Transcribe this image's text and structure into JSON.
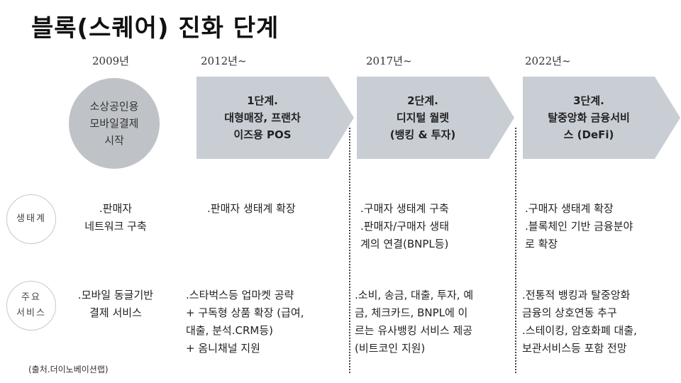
{
  "title": "블록(스퀘어) 진화 단계",
  "years": [
    "2009년",
    "2012년~",
    "2017년~",
    "2022년~"
  ],
  "start": {
    "text": "소상공인용\n모바일결제\n시작"
  },
  "stages": [
    {
      "text": "1단계.\n대형매장, 프랜차\n이즈용 POS"
    },
    {
      "text": "2단계.\n디지털 월렛\n(뱅킹 & 투자)"
    },
    {
      "text": "3단계.\n탈중앙화 금융서비\n스 (DeFi)"
    }
  ],
  "rows": [
    {
      "label": "생태계",
      "cells": [
        ".판매자\n네트워크 구축",
        ".판매자 생태계 확장",
        ".구매자 생태계 구축\n.판매자/구매자 생태\n계의 연결(BNPL등)",
        ".구매자 생태계 확장\n.블록체인 기반 금융분야\n로 확장"
      ]
    },
    {
      "label": "주요\n서비스",
      "cells": [
        ".모바일 동글기반\n결제 서비스",
        ".스타벅스등 업마켓 공략\n+ 구독형 상품 확장 (급여,\n대출, 분석.CRM등)\n+ 옴니채널 지원",
        ".소비, 송금, 대출, 투자, 예\n금, 체크카드, BNPL에 이\n르는 유사뱅킹 서비스 제공\n(비트코인 지원)",
        ".전통적 뱅킹과 탈중앙화\n금융의 상호연동 추구\n.스테이킹, 암호화폐 대출,\n보관서비스등 포함 전망"
      ]
    }
  ],
  "source": "(출처.더이노베이션랩)",
  "colors": {
    "circle": "#bfc3c8",
    "arrow": "#c9ced5",
    "divider": "#444444"
  }
}
